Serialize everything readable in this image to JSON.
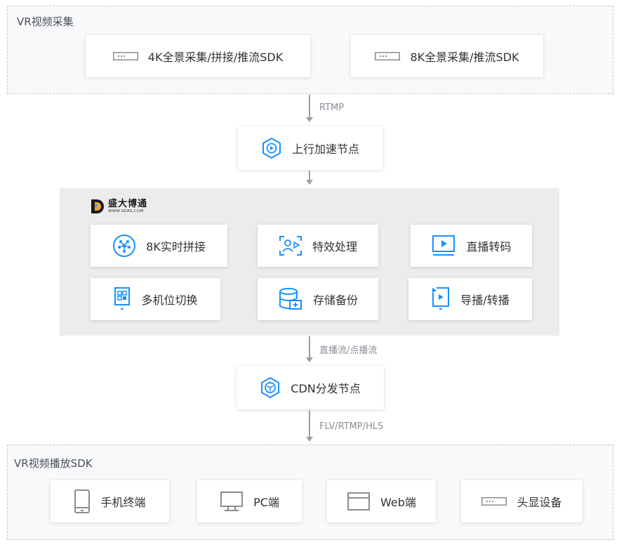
{
  "capture": {
    "title": "VR视频采集",
    "items": [
      {
        "label": "4K全景采集/拼接/推流SDK",
        "icon": "capture-device-icon"
      },
      {
        "label": "8K全景采集/推流SDK",
        "icon": "capture-device-icon"
      }
    ]
  },
  "connectors": [
    "RTMP",
    "直播流/点播流",
    "FLV/RTMP/HLS"
  ],
  "upstream_node": {
    "label": "上行加速节点",
    "icon": "hexagon-play-icon"
  },
  "platform": {
    "logo_cn": "盛大博通",
    "logo_en": "WWW.SDAS.COM",
    "services": [
      {
        "label": "8K实时拼接",
        "icon": "stitch-network-icon"
      },
      {
        "label": "特效处理",
        "icon": "face-scan-icon"
      },
      {
        "label": "直播转码",
        "icon": "video-transcode-icon"
      },
      {
        "label": "多机位切换",
        "icon": "camera-switch-icon"
      },
      {
        "label": "存储备份",
        "icon": "database-icon"
      },
      {
        "label": "导播/转播",
        "icon": "broadcast-icon"
      }
    ]
  },
  "cdn_node": {
    "label": "CDN分发节点",
    "icon": "hexagon-cube-icon"
  },
  "playback": {
    "title": "VR视频播放SDK",
    "items": [
      {
        "label": "手机终端",
        "icon": "mobile-icon"
      },
      {
        "label": "PC端",
        "icon": "monitor-icon"
      },
      {
        "label": "Web端",
        "icon": "browser-icon"
      },
      {
        "label": "头显设备",
        "icon": "headset-icon"
      }
    ]
  },
  "colors": {
    "accent": "#1890ff",
    "gray_icon": "#8c8c8c",
    "connector": "#9aa0a8",
    "platform_bg": "#ececee"
  }
}
